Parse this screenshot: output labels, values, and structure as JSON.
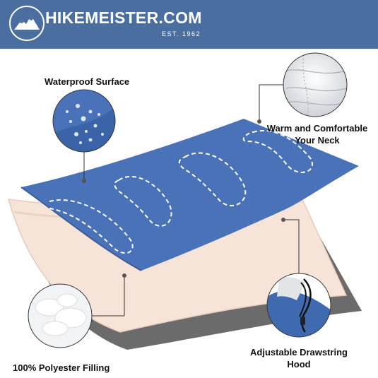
{
  "brand": {
    "name": "HIKEMEISTER.COM",
    "established": "EST. 1962",
    "header_color": "#4b6ea0"
  },
  "features": {
    "waterproof": "Waterproof Surface",
    "warm_line1": "Warm and Comfortable",
    "warm_line2": "Your Neck",
    "filling": "100% Polyester Filling",
    "hood_line1": "Adjustable Drawstring",
    "hood_line2": "Hood"
  },
  "colors": {
    "fabric_blue": "#4a72b8",
    "foam": "#f7e4d9",
    "liner_gray": "#6b6b6b"
  }
}
